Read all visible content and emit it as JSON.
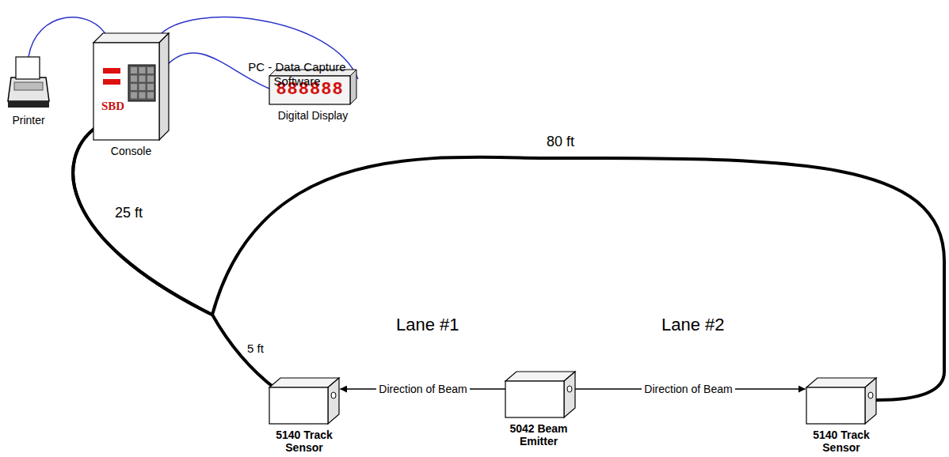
{
  "diagram": {
    "nodes": [
      {
        "text": [
          "Printer"
        ]
      },
      {
        "text": [
          "SBD",
          "Console"
        ]
      },
      {
        "text": [
          "888888",
          "Digital Display"
        ]
      },
      {
        "text": [
          "5140 Track Sensor"
        ]
      },
      {
        "text": [
          "5042 Beam Emitter"
        ]
      },
      {
        "text": [
          "5140 Track Sensor"
        ]
      }
    ],
    "edges": [
      {
        "from": 1,
        "to": 0,
        "arrow": "none"
      },
      {
        "from": 1,
        "to": 2,
        "arrow": "none"
      },
      {
        "from": 1,
        "to": 3,
        "arrow": "none"
      },
      {
        "from": 1,
        "to": 5,
        "arrow": "none"
      },
      {
        "from": 4,
        "to": 3,
        "label": "Direction of Beam",
        "arrow": "to"
      },
      {
        "from": 4,
        "to": 5,
        "label": "Direction of Beam",
        "arrow": "to"
      }
    ],
    "labels": [
      "PC - Data Capture Software",
      "25 ft",
      "80 ft",
      "5 ft",
      "Lane #1",
      "Lane #2"
    ]
  }
}
